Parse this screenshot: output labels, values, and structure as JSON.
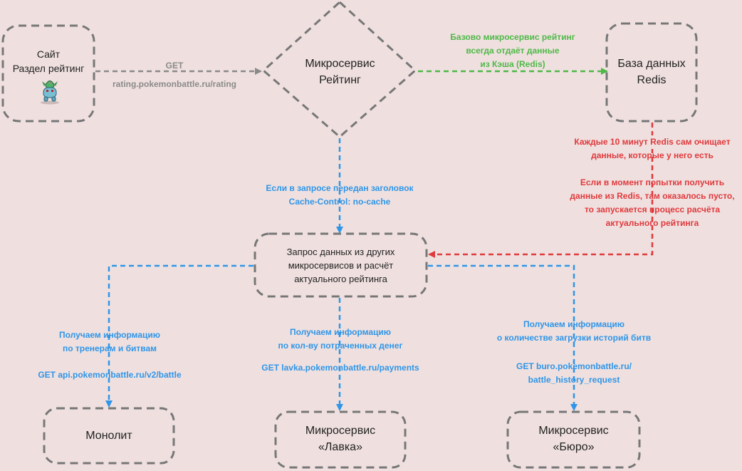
{
  "nodes": {
    "site": {
      "lines": [
        "Сайт",
        "Раздел рейтинг"
      ],
      "mascot_icon": "pokemon-sprite-icon"
    },
    "rating_service": {
      "lines": [
        "Микросервис",
        "Рейтинг"
      ]
    },
    "redis": {
      "lines": [
        "База данных",
        "Redis"
      ]
    },
    "calc": {
      "lines": [
        "Запрос данных из других",
        "микросервисов и расчёт",
        "актуального рейтинга"
      ]
    },
    "monolith": {
      "lines": [
        "Монолит"
      ]
    },
    "lavka": {
      "lines": [
        "Микросервис",
        "«Лавка»"
      ]
    },
    "buro": {
      "lines": [
        "Микросервис",
        "«Бюро»"
      ]
    }
  },
  "edge_labels": {
    "site_to_rating": {
      "lines": [
        "GET",
        "rating.pokemonbattle.ru/rating"
      ]
    },
    "rating_to_redis": {
      "lines": [
        "Базово микросервис рейтинг",
        "всегда отдаёт данные",
        "из Кэша (Redis)"
      ]
    },
    "redis_refresh": {
      "lines": [
        "Каждые 10 минут Redis сам очищает",
        "данные, которые у него есть"
      ]
    },
    "redis_empty": {
      "lines": [
        "Если в момент попытки получить",
        "данные из Redis, там оказалось пусто,",
        "то запускается процесс расчёта",
        "актуального рейтинга"
      ]
    },
    "no_cache": {
      "lines": [
        "Если в запросе передан заголовок",
        "Cache-Control: no-cache"
      ]
    },
    "monolith_info": {
      "lines": [
        "Получаем информацию",
        "по тренерам и битвам"
      ]
    },
    "monolith_get": {
      "lines": [
        "GET api.pokemonbattle.ru/v2/battle"
      ]
    },
    "lavka_info": {
      "lines": [
        "Получаем информацию",
        "по кол-ву потраченных денег"
      ]
    },
    "lavka_get": {
      "lines": [
        "GET lavka.pokemonbattle.ru/payments"
      ]
    },
    "buro_info": {
      "lines": [
        "Получаем информацию",
        "о количестве загрузки историй битв"
      ]
    },
    "buro_get": {
      "lines": [
        "GET buro.pokemonbattle.ru/",
        "battle_history_request"
      ]
    }
  },
  "colors": {
    "background": "#efe0df",
    "node_border": "#777777",
    "gray_edge": "#8a8a8a",
    "green_edge": "#4fb848",
    "red_edge": "#e0393c",
    "blue_edge": "#2f95e8"
  }
}
